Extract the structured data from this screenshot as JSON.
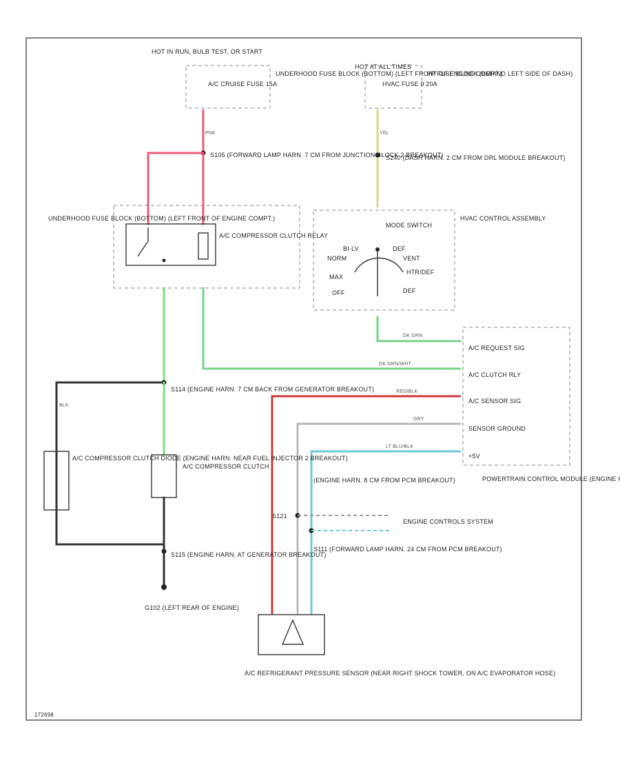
{
  "figure_id": "172698",
  "fuse_hot_label": "HOT IN RUN, BULB TEST, OR START",
  "underhood_fuse_block_top": "A/C CRUISE FUSE 15A",
  "underhood_fuse_block_top_loc": "UNDERHOOD FUSE BLOCK (BOTTOM) (LEFT FRONT OF ENGINE COMPT.)",
  "hot_at_all_times": "HOT AT ALL TIMES",
  "ip_fuse": "HVAC FUSE 9 20A",
  "ip_fuse_loc": "I/P FUSE BLOCK (BEHIND LEFT SIDE OF DASH)",
  "splice_s105": "S105 (FORWARD LAMP HARN. 7 CM FROM JUNCTION BLOCK 2 BREAKOUT)",
  "splice_s240": "S240 (DASH HARN. 2 CM FROM DRL MODULE BREAKOUT)",
  "underhood_fuse_block_relay_loc": "UNDERHOOD FUSE BLOCK (BOTTOM) (LEFT FRONT OF ENGINE COMPT.)",
  "relay_label": "A/C COMPRESSOR CLUTCH RELAY",
  "mode_switch": "MODE SWITCH",
  "hvac_control": "HVAC CONTROL ASSEMBLY",
  "switch_positions": [
    "BI-LV",
    "NORM",
    "MAX",
    "OFF",
    "DEF",
    "VENT",
    "HTR/DEF",
    "DEF"
  ],
  "pcm_pins": [
    "A/C REQUEST SIG",
    "A/C CLUTCH RLY",
    "A/C SENSOR SIG",
    "SENSOR GROUND",
    "+5V"
  ],
  "pcm_label": "POWERTRAIN CONTROL MODULE (ENGINE COMPT., BEHIND RIGHT STRUT TOWER)",
  "splice_s114": "S114 (ENGINE HARN. 7 CM BACK FROM GENERATOR BREAKOUT)",
  "diode_label": "A/C COMPRESSOR CLUTCH DIODE (ENGINE HARN. NEAR FUEL INJECTOR 2 BREAKOUT)",
  "clutch_label": "A/C COMPRESSOR CLUTCH",
  "splice_s115": "S115 (ENGINE HARN. AT GENERATOR BREAKOUT)",
  "ground_g102": "G102 (LEFT REAR OF ENGINE)",
  "splice_s121": "S121",
  "splice_s121_loc": "(ENGINE HARN. 8 CM FROM PCM BREAKOUT)",
  "splice_s111": "S111 (FORWARD LAMP HARN. 24 CM FROM PCM BREAKOUT)",
  "engine_controls": "ENGINE CONTROLS SYSTEM",
  "pressure_sensor": "A/C REFRIGERANT PRESSURE SENSOR (NEAR RIGHT SHOCK TOWER, ON A/C EVAPORATOR HOSE)",
  "wire_labels": {
    "pnk": "PNK",
    "dk_grn": "DK GRN",
    "dk_grn_wht": "DK GRN/WHT",
    "red_blk": "RED/BLK",
    "gry": "GRY",
    "lt_blu_blk": "LT BLU/BLK",
    "blk": "BLK",
    "yel": "YEL"
  },
  "colors": {
    "pink": "#ee5a7a",
    "green": "#7ee07e",
    "red": "#cc3a3a",
    "gray": "#b8b8b8",
    "blue": "#6ec8d6",
    "yellow": "#e2d58a",
    "black": "#333333"
  }
}
